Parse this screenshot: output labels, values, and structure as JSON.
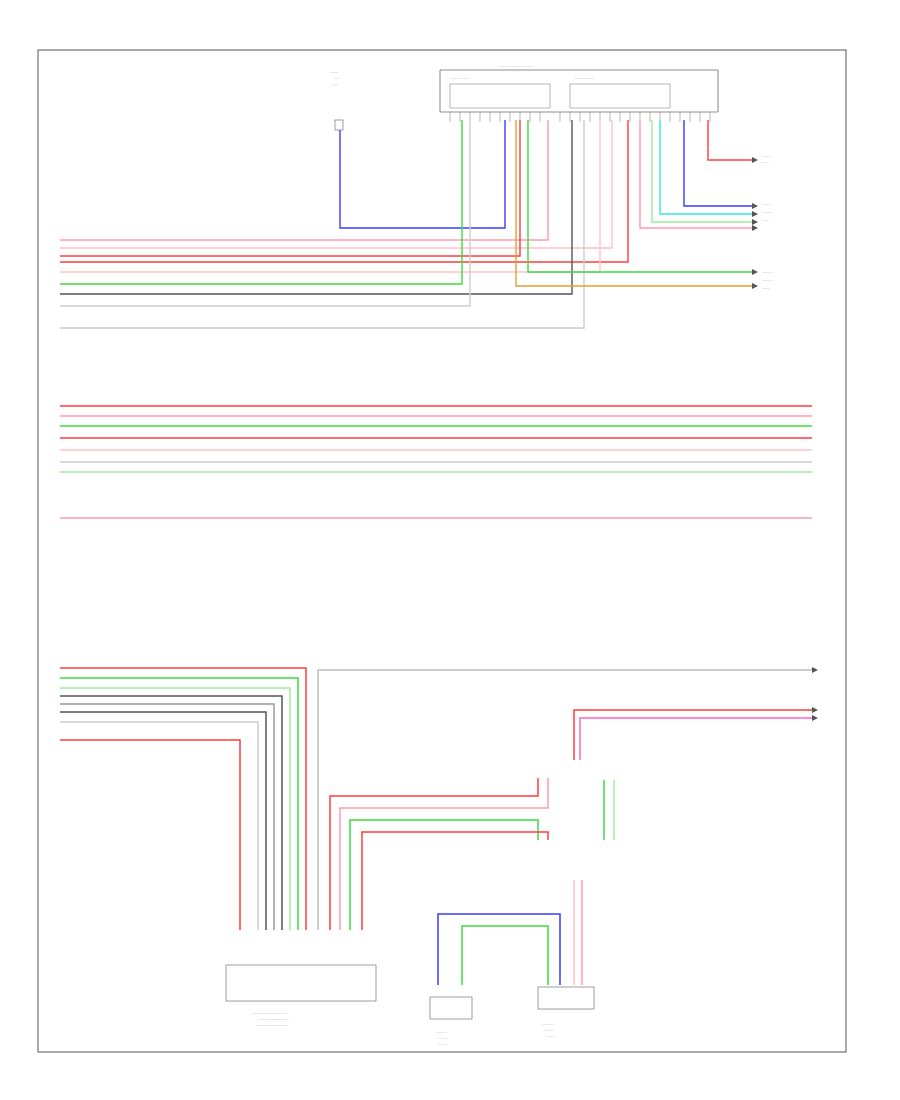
{
  "diagram": {
    "page_label": "",
    "connectors": [
      {
        "id": "top_harness_connector"
      },
      {
        "id": "control_module_top"
      },
      {
        "id": "bottom_module"
      },
      {
        "id": "small_module_left"
      },
      {
        "id": "small_module_right"
      }
    ],
    "wire_colors": {
      "red": "#ff3b3b",
      "pink": "#ff9aa8",
      "light_pink": "#ffc0c8",
      "green": "#3ddc3d",
      "light_green": "#9af09a",
      "blue": "#3a3aff",
      "cyan": "#2ee6e6",
      "gray": "#9a9a9a",
      "dark_gray": "#555555",
      "orange": "#e0a030",
      "magenta": "#ff66cc"
    }
  }
}
